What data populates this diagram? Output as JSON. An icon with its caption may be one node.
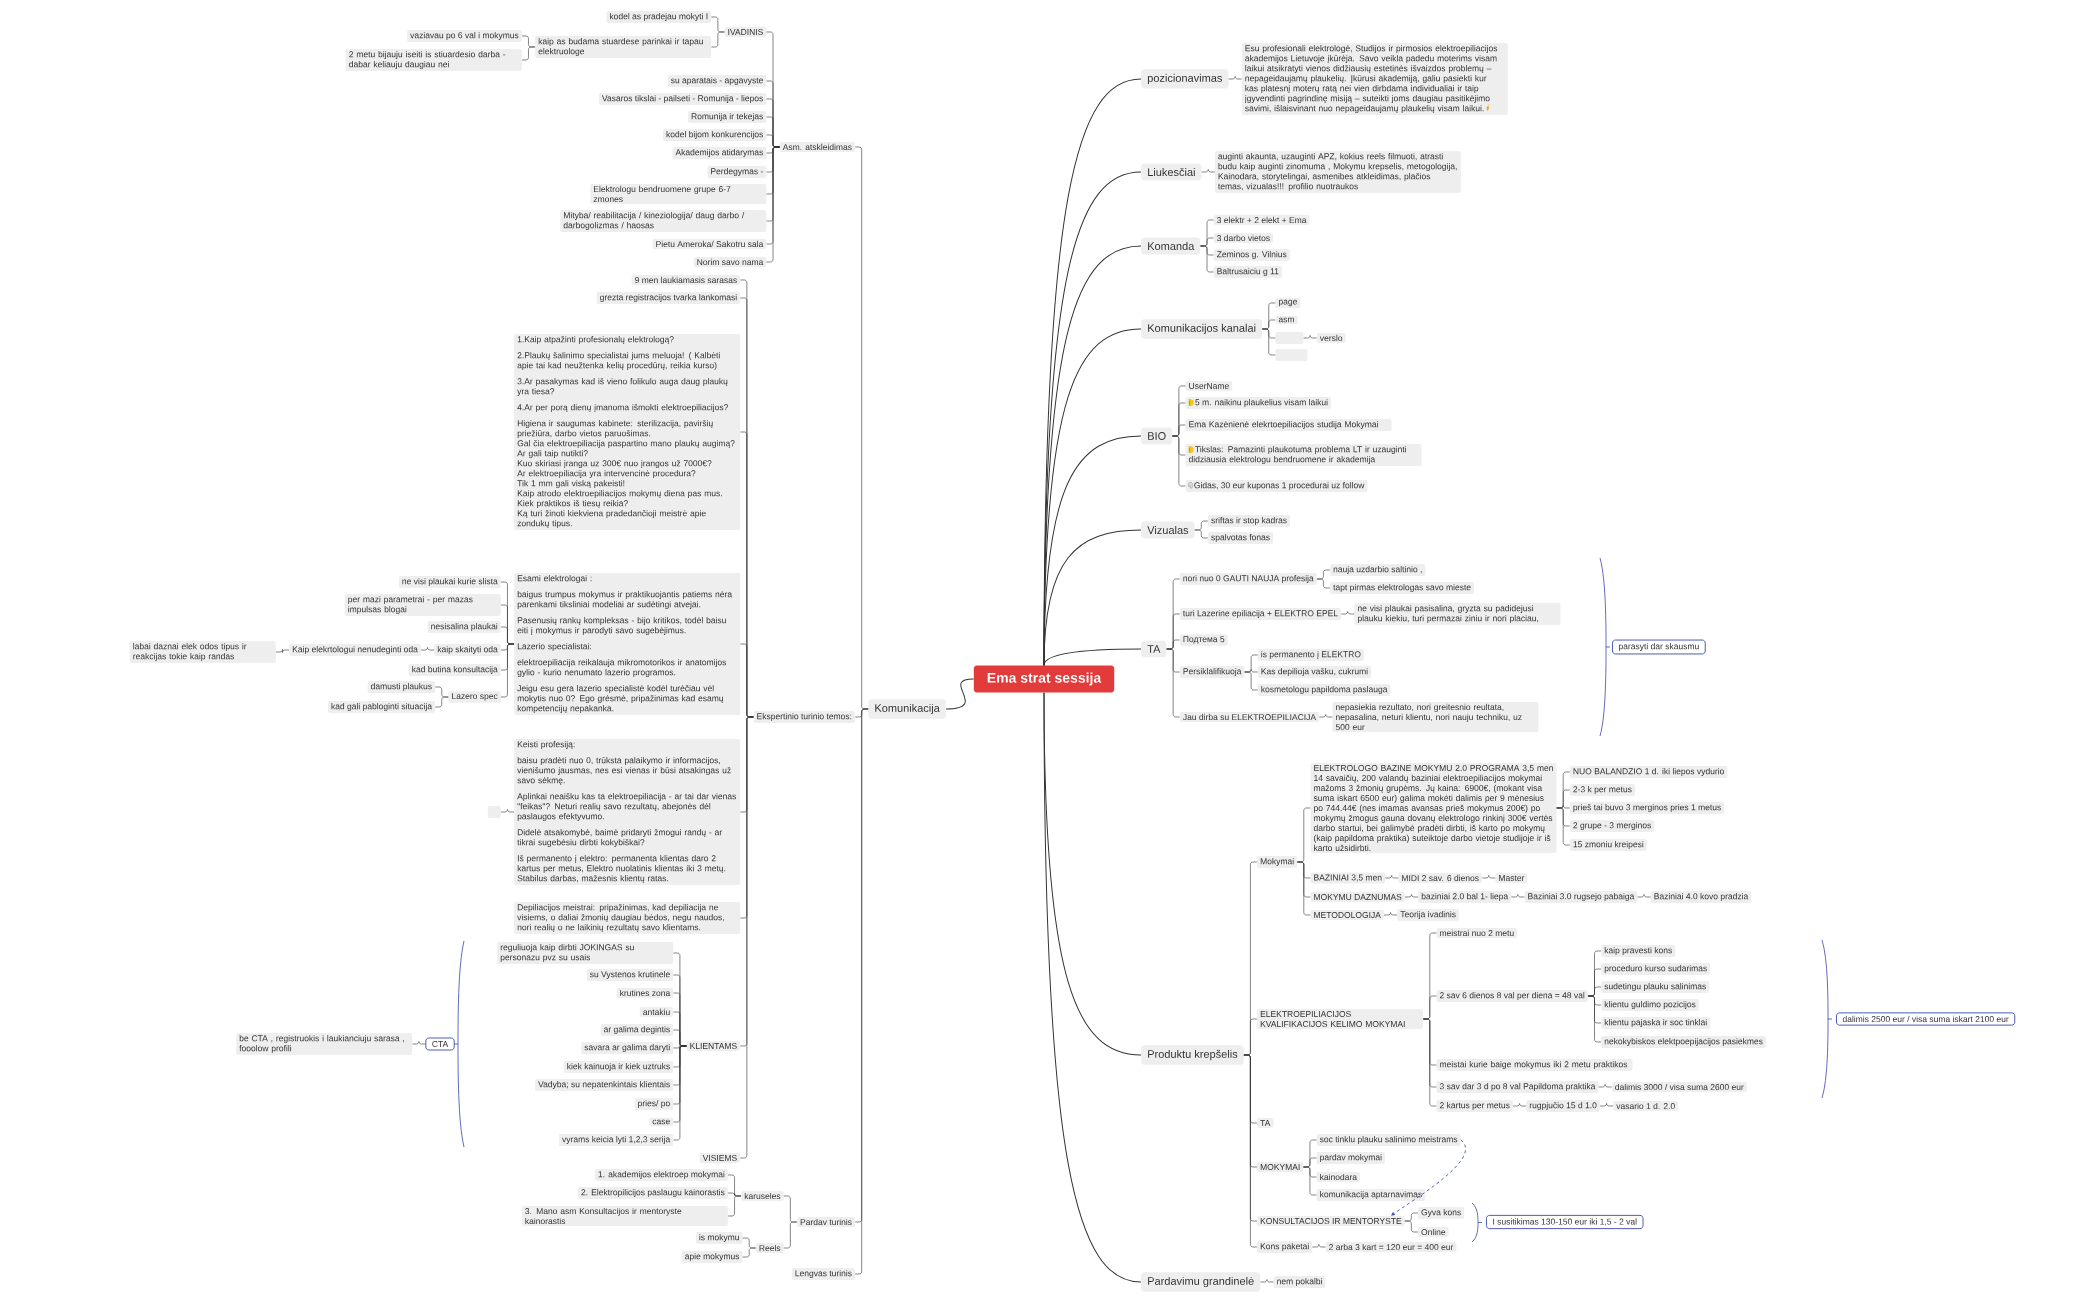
{
  "diagram": {
    "nodes": [
      {
        "text": [
          "Ema strat sessija"
        ]
      },
      {
        "text": [
          "Komunikacija"
        ]
      },
      {
        "text": [
          "Asm. atskleidimas"
        ]
      },
      {
        "text": [
          "IVADINIS"
        ]
      },
      {
        "text": [
          "kodel as pradejau mokyti I"
        ]
      },
      {
        "text": [
          "kaip as budama stuardese parinkai ir tapau elektruologe"
        ]
      },
      {
        "text": [
          "vaziavau po 6 val i mokymus"
        ]
      },
      {
        "text": [
          "2 metu bijauju iseiti is stiuardesio darba - dabar keliauju daugiau nei"
        ]
      },
      {
        "text": [
          "su aparatais - apgavyste"
        ]
      },
      {
        "text": [
          "Vasaros tikslai - pailseti - Romunija - liepos"
        ]
      },
      {
        "text": [
          "Romunija ir tekejas"
        ]
      },
      {
        "text": [
          "kodel bijom konkurencijos"
        ]
      },
      {
        "text": [
          "Akademijos atidarymas"
        ]
      },
      {
        "text": [
          "Perdegymas -"
        ]
      },
      {
        "text": [
          "Elektrologu bendruomene grupe 6-7 zmones"
        ]
      },
      {
        "text": [
          "Mityba/ reabilitacija / kineziologija/ daug darbo / darbogolizmas / haosas"
        ]
      },
      {
        "text": [
          "Pietu Ameroka/ Sakotru sala"
        ]
      },
      {
        "text": [
          "Norim savo nama"
        ]
      },
      {
        "text": [
          "Ekspertinio turinio temos:"
        ]
      },
      {
        "text": [
          "9 men laukiamasis sarasas"
        ]
      },
      {
        "text": [
          "grezta registracijos tvarka lankomasi"
        ]
      },
      {
        "text": [
          "1.Kaip atpažinti profesionalų elektrologą?",
          "2.Plaukų šalinimo specialistai jums meluoja! ( Kalbėti apie tai kad neužtenka kelių procedūrų, reikia kurso)",
          "3.Ar pasakymas kad iš vieno folikulo auga daug plaukų yra tiesa?",
          "4.Ar per porą dienų įmanoma išmokti elektroepiliacijos?",
          "Higiena ir saugumas kabinete: sterilizacija, paviršių priežiūra, darbo vietos paruošimas.",
          "Gal čia elektroepiliacija paspartino mano plaukų augimą? Ar gali taip nutikti?",
          "Kuo skiriasi įranga uz 300€ nuo įrangos už 7000€?",
          "Ar elektroepiliacija yra intervencinė procedura?",
          "Tik 1 mm gali viską pakeisti!",
          "Kaip atrodo elektroepiliacijos mokymų diena pas mus.",
          "Kiek praktikos iš tiesų reikia?",
          "Ką turi žinoti kiekviena pradedančioji meistrė apie zondukų tipus."
        ]
      },
      {
        "text": [
          "Esami elektrologai :",
          "baigus trumpus mokymus ir praktikuojantis patiems nėra parenkami tiksliniai modeliai ar sudėtingi atvejai.",
          "Pasenusių rankų kompleksas - bijo kritikos, todėl baisu eiti į mokymus ir parodyti savo sugebėjimus.",
          "Lazerio specialistai:",
          "elektroepiliacija reikalauja mikromotorikos ir anatomijos gylio - kurio nenumato lazerio programos.",
          "Jeigu esu gera lazerio specialistė kodėl turėčiau vėl mokytis nuo 0? Ego grėsmė, pripažinimas kad esamų kompetencijų nepakanka."
        ]
      },
      {
        "text": [
          "ne visi plaukai kurie slista"
        ]
      },
      {
        "text": [
          "per mazi parametrai - per mazas impulsas blogai"
        ]
      },
      {
        "text": [
          "nesisalina plaukai"
        ]
      },
      {
        "text": [
          "kaip skaityti oda"
        ]
      },
      {
        "text": [
          "Kaip elekrtologui nenudeginti oda"
        ]
      },
      {
        "text": [
          "labai daznai elek odos tipus ir reakcijas tokie kaip randas"
        ]
      },
      {
        "text": [
          "kad butina konsultacija"
        ]
      },
      {
        "text": [
          "Lazero spec"
        ]
      },
      {
        "text": [
          "damusti plaukus"
        ]
      },
      {
        "text": [
          "kad gali pabloginti situacija"
        ]
      },
      {
        "text": [
          "Keisti profesiją:",
          "baisu pradėti nuo 0, trūksta palaikymo ir informacijos, vienišumo jausmas, nes esi vienas ir būsi atsakingas už savo sėkmę.",
          "Aplinkai neaišku kas ta elektroepiliacija - ar tai dar vienas \"feikas\"? Neturi realių savo rezultatų, abejonės dėl paslaugos efektyvumo.",
          "Didelė atsakomybė, baimė pridaryti žmogui randų - ar tikrai sugebėsiu dirbti kokybiškai?",
          "Iš permanento į elektro: permanenta klientas daro 2 kartus per metus, Elektro nuolatinis klientas iki 3 metų. Stabilus darbas, mažesnis klientų ratas."
        ]
      },
      {
        "text": [],
        "shape": "box"
      },
      {
        "text": [
          "Depiliacijos meistrai: pripažinimas, kad depiliacija ne visiems, o daliai žmonių daugiau bėdos, negu naudos, nori realių o ne laikinių rezultatų savo klientams."
        ]
      },
      {
        "text": [
          "KLIENTAMS"
        ]
      },
      {
        "text": [
          "reguliuoja kaip dirbti JOKINGAS su personazu pvz su usais"
        ]
      },
      {
        "text": [
          "su Vystenos krutinele"
        ]
      },
      {
        "text": [
          "krutines zona"
        ]
      },
      {
        "text": [
          "antakiu"
        ]
      },
      {
        "text": [
          "ar galima degintis"
        ]
      },
      {
        "text": [
          "savara ar galima daryti"
        ]
      },
      {
        "text": [
          "kiek kainuoja ir kiek uztruks"
        ]
      },
      {
        "text": [
          "Vadyba; su nepatenkintais klientais"
        ]
      },
      {
        "text": [
          "pries/ po"
        ]
      },
      {
        "text": [
          "case"
        ]
      },
      {
        "text": [
          "vyrams keicia lyti 1,2,3 serija"
        ]
      },
      {
        "text": [
          "CTA"
        ]
      },
      {
        "text": [
          "be CTA , registruokis i laukianciuju sarasa , fooolow profili"
        ]
      },
      {
        "text": [
          "VISIEMS"
        ]
      },
      {
        "text": [
          "Pardav turinis"
        ]
      },
      {
        "text": [
          "karuseles"
        ]
      },
      {
        "text": [
          "1. akademijos elektroep mokymai"
        ]
      },
      {
        "text": [
          "2. Elektropilicijos paslaugu kainorastis"
        ]
      },
      {
        "text": [
          "3. Mano asm Konsultacijos ir mentoryste kainorastis"
        ]
      },
      {
        "text": [
          "Reels"
        ]
      },
      {
        "text": [
          "is mokymu"
        ]
      },
      {
        "text": [
          "apie mokymus"
        ]
      },
      {
        "text": [
          "Lengvas turinis"
        ]
      },
      {
        "text": [
          "pozicionavimas"
        ]
      },
      {
        "text": [
          "Esu profesionali elektrologė, Studijos ir pirmosios elektroepiliacijos akademijos Lietuvoje įkūrėja. Savo veikla padedu moterims visam laikui atsikratyti vienos didžiausių estetinės išvaizdos problemų – nepageidaujamų plaukelių. Įkūrusi akademiją, galiu pasiekti kur kas platesnį moterų ratą nei vien dirbdama individualiai ir taip įgyvendinti pagrindinę misiją – suteikti joms daugiau pasitikėjimo savimi, išlaisvinant nuo nepageidaujamų plaukelių visam laikui."
        ]
      },
      {
        "text": [
          "Liukesčiai"
        ]
      },
      {
        "text": [
          "auginti akaunta, uzauginti APZ, kokius reels filmuoti, atrasti budu kaip auginti zinomuma , Mokymu krepselis, metogologija, Kainodara, storytelingai, asmenibes atkleidimas, plačios temas, vizualas!!! profilio nuotraukos"
        ]
      },
      {
        "text": [
          "Komanda"
        ]
      },
      {
        "text": [
          "3 elektr + 2 elekt + Ema"
        ]
      },
      {
        "text": [
          "3 darbo vietos"
        ]
      },
      {
        "text": [
          "Zeminos g. Vilnius"
        ]
      },
      {
        "text": [
          "Baltrusaiciu g 11"
        ]
      },
      {
        "text": [
          "Komunikacijos kanalai"
        ]
      },
      {
        "text": [
          "page"
        ]
      },
      {
        "text": [
          "asm"
        ]
      },
      {
        "text": [],
        "shape": "box"
      },
      {
        "text": [],
        "shape": "box"
      },
      {
        "text": [
          "verslo"
        ]
      },
      {
        "text": [
          "BIO"
        ]
      },
      {
        "text": [
          "UserName"
        ]
      },
      {
        "text": [
          "5 m. naikinu plaukelius visam laikui"
        ]
      },
      {
        "text": [
          "Ema Kazėnienė elekrtoepiliacijos studija Mokymai"
        ]
      },
      {
        "text": [
          "Tikslas: Pamazinti plaukotuma problema LT ir uzauginti didziausia elektrologu bendruomene ir akademija"
        ]
      },
      {
        "text": [
          "Gidas, 30 eur kuponas 1 procedurai uz follow"
        ]
      },
      {
        "text": [
          "Vizualas"
        ]
      },
      {
        "text": [
          "sriftas ir stop kadras"
        ]
      },
      {
        "text": [
          "spalvotas fonas"
        ]
      },
      {
        "text": [
          "TA"
        ]
      },
      {
        "text": [
          "nori nuo 0 GAUTI NAUJA profesija"
        ]
      },
      {
        "text": [
          "nauja uzdarbio saltinio ,"
        ]
      },
      {
        "text": [
          "tapt pirmas elektrologas savo mieste"
        ]
      },
      {
        "text": [
          "turi Lazerine epiliacija + ELEKTRO EPEL"
        ]
      },
      {
        "text": [
          "ne visi plaukai pasisalina, gryzta su padidejusi plauku kiekiu, turi permazai ziniu ir nori placiau,"
        ]
      },
      {
        "text": [
          "Подтема 5"
        ]
      },
      {
        "text": [
          "Persiklalifikuoja"
        ]
      },
      {
        "text": [
          "is permanento į ELEKTRO"
        ]
      },
      {
        "text": [
          "Kas depilioja vašku, cukrumi"
        ]
      },
      {
        "text": [
          "kosmetologu papildoma paslauga"
        ]
      },
      {
        "text": [
          "Jau dirba su ELEKTROEPILIACIJA"
        ]
      },
      {
        "text": [
          "nepasiekia rezultato, nori greitesnio reultata, nepasalina, neturi klientu, nori nauju techniku, uz 500 eur"
        ]
      },
      {
        "text": [
          "parasyti dar skausmu"
        ]
      },
      {
        "text": [
          "Produktu krepšelis"
        ]
      },
      {
        "text": [
          "Mokymai"
        ]
      },
      {
        "text": [
          "ELEKTROLOGO BAZINE MOKYMU 2.0 PROGRAMA 3,5 men 14 savaičių, 200 valandų baziniai elektroepiliacijos mokymai mažoms 3 žmonių grupėms. Jų kaina: 6900€, (mokant visa suma iskart 6500 eur) galima mokėti dalimis per 9 mėnesius po 744.44€ (nes imamas avansas prieš mokymus 200€) po mokymų žmogus gauna dovanų elektrologo rinkinį 300€ vertės darbo startui, bei galimybė pradėti dirbti, iš karto po mokymų (kaip papildoma praktika) suteiktoje darbo vietoje studijoje ir iš karto užsidirbti."
        ]
      },
      {
        "text": [
          "NUO BALANDZIO 1 d. iki liepos vydurio"
        ]
      },
      {
        "text": [
          "2-3 k per metus"
        ]
      },
      {
        "text": [
          "prieš tai buvo 3 merginos pries 1 metus"
        ]
      },
      {
        "text": [
          "2 grupe - 3 merginos"
        ]
      },
      {
        "text": [
          "15 zmoniu kreipesi"
        ]
      },
      {
        "text": [
          "BAZINIAI 3,5 men"
        ]
      },
      {
        "text": [
          "MIDI 2 sav. 6 dienos"
        ]
      },
      {
        "text": [
          "Master"
        ]
      },
      {
        "text": [
          "MOKYMU DAZNUMAS"
        ]
      },
      {
        "text": [
          "baziniai 2.0 bal 1- liepa"
        ]
      },
      {
        "text": [
          "Baziniai 3.0 rugsejo pabaiga"
        ]
      },
      {
        "text": [
          "Baziniai 4.0 kovo pradzia"
        ]
      },
      {
        "text": [
          "METODOLOGIJA"
        ]
      },
      {
        "text": [
          "Teorija ivadinis"
        ]
      },
      {
        "text": [
          "ELEKTROEPILIACIJOS KVALIFIKACIJOS KELIMO MOKYMAI"
        ]
      },
      {
        "text": [
          "meistrai nuo 2 metu"
        ]
      },
      {
        "text": [
          "2 sav 6 dienos 8 val per diena = 48 val"
        ]
      },
      {
        "text": [
          "kaip pravesti kons"
        ]
      },
      {
        "text": [
          "proceduro kurso sudarimas"
        ]
      },
      {
        "text": [
          "sudetingu plauku salinimas"
        ]
      },
      {
        "text": [
          "klientu guldimo pozicijos"
        ]
      },
      {
        "text": [
          "klientu pajaska ir soc tinklai"
        ]
      },
      {
        "text": [
          "nekokybiskos elektpoepijacijos pasiekmes"
        ]
      },
      {
        "text": [
          "meistai kurie baige mokymus iki 2 metu praktikos"
        ]
      },
      {
        "text": [
          "3 sav dar 3 d po 8 val Papildoma praktika"
        ]
      },
      {
        "text": [
          "dalimis 3000 / visa suma 2600 eur"
        ]
      },
      {
        "text": [
          "2 kartus per metus"
        ]
      },
      {
        "text": [
          "rugpjučio 15 d 1.0"
        ]
      },
      {
        "text": [
          "vasario 1 d. 2.0"
        ]
      },
      {
        "text": [
          "dalimis 2500 eur / visa suma iskart 2100 eur"
        ]
      },
      {
        "text": [
          "TA"
        ]
      },
      {
        "text": [
          "MOKYMAI"
        ]
      },
      {
        "text": [
          "soc tinklu plauku salinimo meistrams"
        ]
      },
      {
        "text": [
          "pardav mokymai"
        ]
      },
      {
        "text": [
          "kainodara"
        ]
      },
      {
        "text": [
          "komunikacija aptarnavimas"
        ]
      },
      {
        "text": [
          "KONSULTACIJOS IR MENTORYSTE"
        ]
      },
      {
        "text": [
          "Gyva kons"
        ]
      },
      {
        "text": [
          "Online"
        ]
      },
      {
        "text": [
          "I susitikimas 130-150 eur iki 1,5 - 2 val"
        ]
      },
      {
        "text": [
          "Kons paketai"
        ]
      },
      {
        "text": [
          "2 arba 3 kart = 120 eur = 400 eur"
        ]
      },
      {
        "text": [
          "Pardavimu grandinelė"
        ]
      },
      {
        "text": [
          "nem pokalbi"
        ]
      }
    ],
    "edges": [
      {
        "from": 0,
        "to": 1,
        "arrow": "none"
      },
      {
        "from": 1,
        "to": 2,
        "arrow": "none"
      },
      {
        "from": 2,
        "to": 3,
        "arrow": "none"
      },
      {
        "from": 3,
        "to": 4,
        "arrow": "none"
      },
      {
        "from": 3,
        "to": 5,
        "arrow": "none"
      },
      {
        "from": 5,
        "to": 6,
        "arrow": "none"
      },
      {
        "from": 5,
        "to": 7,
        "arrow": "none"
      },
      {
        "from": 2,
        "to": 8,
        "arrow": "none"
      },
      {
        "from": 2,
        "to": 9,
        "arrow": "none"
      },
      {
        "from": 2,
        "to": 10,
        "arrow": "none"
      },
      {
        "from": 2,
        "to": 11,
        "arrow": "none"
      },
      {
        "from": 2,
        "to": 12,
        "arrow": "none"
      },
      {
        "from": 2,
        "to": 13,
        "arrow": "none"
      },
      {
        "from": 2,
        "to": 14,
        "arrow": "none"
      },
      {
        "from": 2,
        "to": 15,
        "arrow": "none"
      },
      {
        "from": 2,
        "to": 16,
        "arrow": "none"
      },
      {
        "from": 2,
        "to": 17,
        "arrow": "none"
      },
      {
        "from": 1,
        "to": 18,
        "arrow": "none"
      },
      {
        "from": 18,
        "to": 19,
        "arrow": "none"
      },
      {
        "from": 18,
        "to": 20,
        "arrow": "none"
      },
      {
        "from": 18,
        "to": 21,
        "arrow": "none"
      },
      {
        "from": 18,
        "to": 22,
        "arrow": "none"
      },
      {
        "from": 22,
        "to": 23,
        "arrow": "none"
      },
      {
        "from": 22,
        "to": 24,
        "arrow": "none"
      },
      {
        "from": 22,
        "to": 25,
        "arrow": "none"
      },
      {
        "from": 22,
        "to": 26,
        "arrow": "none"
      },
      {
        "from": 26,
        "to": 27,
        "arrow": "none"
      },
      {
        "from": 27,
        "to": 28,
        "arrow": "none"
      },
      {
        "from": 22,
        "to": 29,
        "arrow": "none"
      },
      {
        "from": 22,
        "to": 30,
        "arrow": "none"
      },
      {
        "from": 30,
        "to": 31,
        "arrow": "none"
      },
      {
        "from": 30,
        "to": 32,
        "arrow": "none"
      },
      {
        "from": 18,
        "to": 33,
        "arrow": "none"
      },
      {
        "from": 33,
        "to": 34,
        "arrow": "none"
      },
      {
        "from": 18,
        "to": 35,
        "arrow": "none"
      },
      {
        "from": 18,
        "to": 36,
        "arrow": "none"
      },
      {
        "from": 36,
        "to": 37,
        "arrow": "none"
      },
      {
        "from": 36,
        "to": 38,
        "arrow": "none"
      },
      {
        "from": 36,
        "to": 39,
        "arrow": "none"
      },
      {
        "from": 36,
        "to": 40,
        "arrow": "none"
      },
      {
        "from": 36,
        "to": 41,
        "arrow": "none"
      },
      {
        "from": 36,
        "to": 42,
        "arrow": "none"
      },
      {
        "from": 36,
        "to": 43,
        "arrow": "none"
      },
      {
        "from": 36,
        "to": 44,
        "arrow": "none"
      },
      {
        "from": 36,
        "to": 45,
        "arrow": "none"
      },
      {
        "from": 36,
        "to": 46,
        "arrow": "none"
      },
      {
        "from": 36,
        "to": 47,
        "arrow": "none"
      },
      {
        "from": 48,
        "to": 49,
        "arrow": "none"
      },
      {
        "from": 18,
        "to": 50,
        "arrow": "none"
      },
      {
        "from": 1,
        "to": 51,
        "arrow": "none"
      },
      {
        "from": 51,
        "to": 52,
        "arrow": "none"
      },
      {
        "from": 52,
        "to": 53,
        "arrow": "none"
      },
      {
        "from": 52,
        "to": 54,
        "arrow": "none"
      },
      {
        "from": 52,
        "to": 55,
        "arrow": "none"
      },
      {
        "from": 51,
        "to": 56,
        "arrow": "none"
      },
      {
        "from": 56,
        "to": 57,
        "arrow": "none"
      },
      {
        "from": 56,
        "to": 58,
        "arrow": "none"
      },
      {
        "from": 1,
        "to": 59,
        "arrow": "none"
      },
      {
        "from": 0,
        "to": 60,
        "arrow": "none"
      },
      {
        "from": 60,
        "to": 61,
        "arrow": "none"
      },
      {
        "from": 0,
        "to": 62,
        "arrow": "none"
      },
      {
        "from": 62,
        "to": 63,
        "arrow": "none"
      },
      {
        "from": 0,
        "to": 64,
        "arrow": "none"
      },
      {
        "from": 64,
        "to": 65,
        "arrow": "none"
      },
      {
        "from": 64,
        "to": 66,
        "arrow": "none"
      },
      {
        "from": 64,
        "to": 67,
        "arrow": "none"
      },
      {
        "from": 64,
        "to": 68,
        "arrow": "none"
      },
      {
        "from": 0,
        "to": 69,
        "arrow": "none"
      },
      {
        "from": 69,
        "to": 70,
        "arrow": "none"
      },
      {
        "from": 69,
        "to": 71,
        "arrow": "none"
      },
      {
        "from": 69,
        "to": 72,
        "arrow": "none"
      },
      {
        "from": 69,
        "to": 73,
        "arrow": "none"
      },
      {
        "from": 72,
        "to": 74,
        "arrow": "none"
      },
      {
        "from": 0,
        "to": 75,
        "arrow": "none"
      },
      {
        "from": 75,
        "to": 76,
        "arrow": "none"
      },
      {
        "from": 75,
        "to": 77,
        "arrow": "none"
      },
      {
        "from": 75,
        "to": 78,
        "arrow": "none"
      },
      {
        "from": 75,
        "to": 79,
        "arrow": "none"
      },
      {
        "from": 75,
        "to": 80,
        "arrow": "none"
      },
      {
        "from": 0,
        "to": 81,
        "arrow": "none"
      },
      {
        "from": 81,
        "to": 82,
        "arrow": "none"
      },
      {
        "from": 81,
        "to": 83,
        "arrow": "none"
      },
      {
        "from": 0,
        "to": 84,
        "arrow": "none"
      },
      {
        "from": 84,
        "to": 85,
        "arrow": "none"
      },
      {
        "from": 85,
        "to": 86,
        "arrow": "none"
      },
      {
        "from": 85,
        "to": 87,
        "arrow": "none"
      },
      {
        "from": 84,
        "to": 88,
        "arrow": "none"
      },
      {
        "from": 88,
        "to": 89,
        "arrow": "none"
      },
      {
        "from": 84,
        "to": 90,
        "arrow": "none"
      },
      {
        "from": 84,
        "to": 91,
        "arrow": "none"
      },
      {
        "from": 91,
        "to": 92,
        "arrow": "none"
      },
      {
        "from": 91,
        "to": 93,
        "arrow": "none"
      },
      {
        "from": 91,
        "to": 94,
        "arrow": "none"
      },
      {
        "from": 84,
        "to": 95,
        "arrow": "none"
      },
      {
        "from": 95,
        "to": 96,
        "arrow": "none"
      },
      {
        "from": 0,
        "to": 98,
        "arrow": "none"
      },
      {
        "from": 98,
        "to": 99,
        "arrow": "none"
      },
      {
        "from": 99,
        "to": 100,
        "arrow": "none"
      },
      {
        "from": 100,
        "to": 101,
        "arrow": "none"
      },
      {
        "from": 100,
        "to": 102,
        "arrow": "none"
      },
      {
        "from": 100,
        "to": 103,
        "arrow": "none"
      },
      {
        "from": 100,
        "to": 104,
        "arrow": "none"
      },
      {
        "from": 100,
        "to": 105,
        "arrow": "none"
      },
      {
        "from": 99,
        "to": 106,
        "arrow": "none"
      },
      {
        "from": 106,
        "to": 107,
        "arrow": "none"
      },
      {
        "from": 107,
        "to": 108,
        "arrow": "none"
      },
      {
        "from": 99,
        "to": 109,
        "arrow": "none"
      },
      {
        "from": 109,
        "to": 110,
        "arrow": "none"
      },
      {
        "from": 110,
        "to": 111,
        "arrow": "none"
      },
      {
        "from": 111,
        "to": 112,
        "arrow": "none"
      },
      {
        "from": 99,
        "to": 113,
        "arrow": "none"
      },
      {
        "from": 113,
        "to": 114,
        "arrow": "none"
      },
      {
        "from": 98,
        "to": 115,
        "arrow": "none"
      },
      {
        "from": 115,
        "to": 116,
        "arrow": "none"
      },
      {
        "from": 115,
        "to": 117,
        "arrow": "none"
      },
      {
        "from": 117,
        "to": 118,
        "arrow": "none"
      },
      {
        "from": 117,
        "to": 119,
        "arrow": "none"
      },
      {
        "from": 117,
        "to": 120,
        "arrow": "none"
      },
      {
        "from": 117,
        "to": 121,
        "arrow": "none"
      },
      {
        "from": 117,
        "to": 122,
        "arrow": "none"
      },
      {
        "from": 117,
        "to": 123,
        "arrow": "none"
      },
      {
        "from": 115,
        "to": 124,
        "arrow": "none"
      },
      {
        "from": 115,
        "to": 125,
        "arrow": "none"
      },
      {
        "from": 125,
        "to": 126,
        "arrow": "none"
      },
      {
        "from": 115,
        "to": 127,
        "arrow": "none"
      },
      {
        "from": 127,
        "to": 128,
        "arrow": "none"
      },
      {
        "from": 128,
        "to": 129,
        "arrow": "none"
      },
      {
        "from": 98,
        "to": 131,
        "arrow": "none"
      },
      {
        "from": 98,
        "to": 132,
        "arrow": "none"
      },
      {
        "from": 132,
        "to": 133,
        "arrow": "none"
      },
      {
        "from": 132,
        "to": 134,
        "arrow": "none"
      },
      {
        "from": 132,
        "to": 135,
        "arrow": "none"
      },
      {
        "from": 132,
        "to": 136,
        "arrow": "none"
      },
      {
        "from": 98,
        "to": 137,
        "arrow": "none"
      },
      {
        "from": 137,
        "to": 138,
        "arrow": "none"
      },
      {
        "from": 137,
        "to": 139,
        "arrow": "none"
      },
      {
        "from": 98,
        "to": 141,
        "arrow": "none"
      },
      {
        "from": 141,
        "to": 142,
        "arrow": "none"
      },
      {
        "from": 0,
        "to": 143,
        "arrow": "none"
      },
      {
        "from": 143,
        "to": 144,
        "arrow": "none"
      },
      {
        "from": 133,
        "to": 137,
        "arrow": "to",
        "style": "dashed",
        "color": "#3f51b5"
      }
    ]
  }
}
